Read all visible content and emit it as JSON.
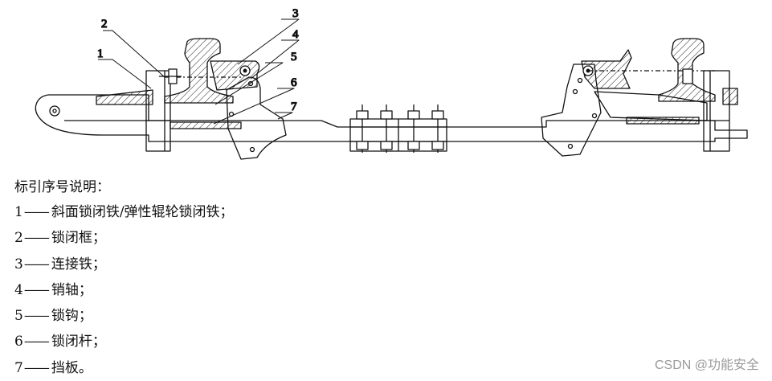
{
  "callouts": [
    "2",
    "3",
    "4",
    "1",
    "5",
    "6",
    "7"
  ],
  "legend": {
    "heading": "标引序号说明：",
    "items": [
      {
        "num": "1",
        "dash": "——",
        "text": "斜面锁闭铁/弹性辊轮锁闭铁；"
      },
      {
        "num": "2",
        "dash": "——",
        "text": "锁闭框；"
      },
      {
        "num": "3",
        "dash": "——",
        "text": "连接铁；"
      },
      {
        "num": "4",
        "dash": "——",
        "text": "销轴；"
      },
      {
        "num": "5",
        "dash": "——",
        "text": "锁钩；"
      },
      {
        "num": "6",
        "dash": "——",
        "text": "锁闭杆；"
      },
      {
        "num": "7",
        "dash": "——",
        "text": "挡板。"
      }
    ]
  },
  "watermark": "CSDN @功能安全"
}
